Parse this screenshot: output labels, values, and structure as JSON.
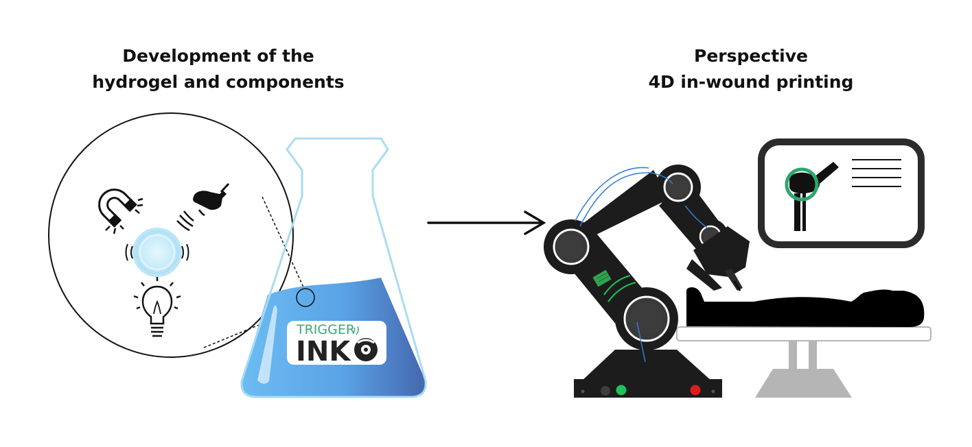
{
  "left_panel": {
    "title_line1": "Development of the",
    "title_line2": "hydrogel and components",
    "stimuli_icons": [
      "magnet-icon",
      "ultrasound-probe-icon",
      "light-bulb-icon"
    ],
    "logo": {
      "top": "TRIGGER",
      "main": "INK"
    }
  },
  "right_panel": {
    "title_line1": "Perspective",
    "title_line2": "4D in-wound printing"
  },
  "colors": {
    "flask_outline": "#a9dcf0",
    "liquid_light": "#66b8f2",
    "liquid_dark": "#4a6fb8",
    "hydrogel": "#bfe9f8",
    "logo_green": "#3aa876",
    "robot": "#1c1c1c",
    "robot_light": "#3a3a3a",
    "status_green": "#21c15a",
    "status_red": "#e01b1b",
    "table_gray": "#b6b6b6",
    "cable_blue": "#2f7fd8",
    "monitor_circle": "#2aa86d"
  }
}
